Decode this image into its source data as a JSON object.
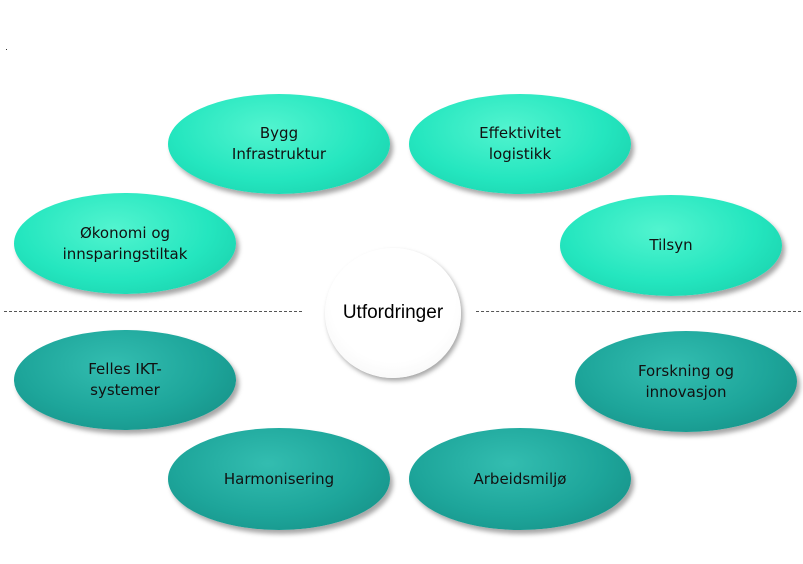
{
  "diagram": {
    "center": {
      "label": "Utfordringer"
    },
    "upper_items": [
      {
        "id": "bygg",
        "label": "Bygg\nInfrastruktur"
      },
      {
        "id": "effektivitet",
        "label": "Effektivitet\nlogistikk"
      },
      {
        "id": "okonomi",
        "label": "Økonomi og\ninnsparingstiltak"
      },
      {
        "id": "tilsyn",
        "label": "Tilsyn"
      }
    ],
    "lower_items": [
      {
        "id": "felles-ikt",
        "label": "Felles IKT-\nsystemer"
      },
      {
        "id": "forskning",
        "label": "Forskning og\ninnovasjon"
      },
      {
        "id": "harmonisering",
        "label": "Harmonisering"
      },
      {
        "id": "arbeidsmiljo",
        "label": "Arbeidsmiljø"
      }
    ],
    "colors": {
      "upper_fill": "#24e6bf",
      "lower_fill": "#1da59a",
      "center_fill": "#ffffff",
      "divider": "#555555"
    }
  }
}
